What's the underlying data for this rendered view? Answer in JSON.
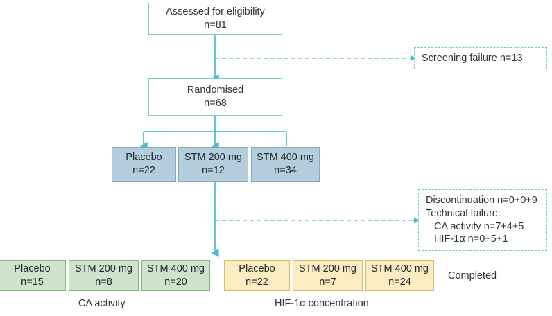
{
  "diagram": {
    "title": "CONSORT participant flow diagram",
    "colors": {
      "connector": "#4cbcc7",
      "plain_border": "#7fc8cc",
      "blue_fill": "#b4cedd",
      "blue_border": "#86a8bb",
      "green_fill": "#cfe3cd",
      "green_border": "#88b085",
      "yellow_fill": "#fcecc2",
      "yellow_border": "#d9ba72",
      "dashed_border": "#6ec5d4",
      "text": "#333333"
    }
  },
  "nodes": {
    "assessed": {
      "line1": "Assessed for eligibility",
      "line2": "n=81"
    },
    "screening_failure": {
      "line1": "Screening failure n=13"
    },
    "randomised": {
      "line1": "Randomised",
      "line2": "n=68"
    },
    "arms": [
      {
        "label": "Placebo",
        "n": "n=22"
      },
      {
        "label": "STM 200 mg",
        "n": "n=12"
      },
      {
        "label": "STM 400 mg",
        "n": "n=34"
      }
    ],
    "exclusions": {
      "line1": "Discontinuation n=0+0+9",
      "line2": "Technical failure:",
      "line3": "CA activity n=7+4+5",
      "line4": "HIF-1α n=0+5+1"
    },
    "ca_activity_groups": [
      {
        "label": "Placebo",
        "n": "n=15"
      },
      {
        "label": "STM 200 mg",
        "n": "n=8"
      },
      {
        "label": "STM 400 mg",
        "n": "n=20"
      }
    ],
    "hif_groups": [
      {
        "label": "Placebo",
        "n": "n=22"
      },
      {
        "label": "STM 200 mg",
        "n": "n=7"
      },
      {
        "label": "STM 400 mg",
        "n": "n=24"
      }
    ]
  },
  "captions": {
    "completed": "Completed",
    "ca_activity": "CA activity",
    "hif_concentration": "HIF-1α concentration"
  }
}
